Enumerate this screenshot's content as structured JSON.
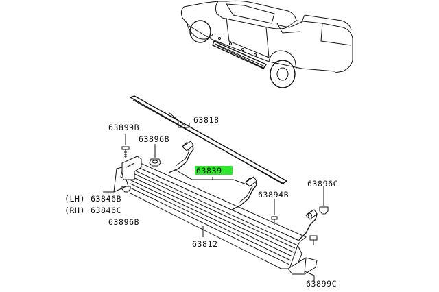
{
  "labels": {
    "p63818": "63818",
    "p63899b": "63899B",
    "p63896b_top": "63896B",
    "p63839": "63839",
    "p63896c": "63896C",
    "p63894b": "63894B",
    "lh": "(LH)",
    "p63846b": "63846B",
    "rh": "(RH)",
    "p63846c": "63846C",
    "p63896b_bottom": "63896B",
    "p63812": "63812",
    "p63899c": "63899C"
  },
  "colors": {
    "highlight": "#2ee62e",
    "line": "#111111",
    "background": "#ffffff"
  },
  "icons": {
    "vehicle": "pickup-truck-illustration",
    "step-board": "running-board",
    "molding": "side-molding-strip"
  }
}
